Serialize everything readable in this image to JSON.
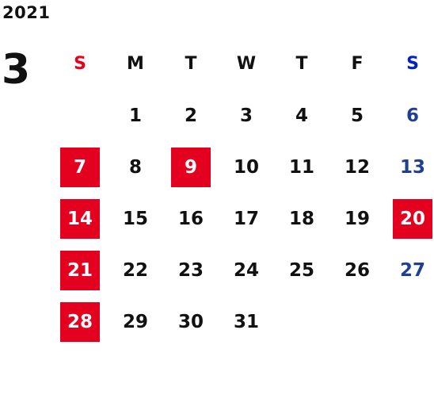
{
  "calendar": {
    "year": "2021",
    "month": "3",
    "weekdays": [
      "S",
      "M",
      "T",
      "W",
      "T",
      "F",
      "S"
    ],
    "weeks": [
      [
        "",
        "1",
        "2",
        "3",
        "4",
        "5",
        "6"
      ],
      [
        "7",
        "8",
        "9",
        "10",
        "11",
        "12",
        "13"
      ],
      [
        "14",
        "15",
        "16",
        "17",
        "18",
        "19",
        "20"
      ],
      [
        "21",
        "22",
        "23",
        "24",
        "25",
        "26",
        "27"
      ],
      [
        "28",
        "29",
        "30",
        "31",
        "",
        "",
        ""
      ]
    ],
    "highlighted_days": [
      "7",
      "9",
      "14",
      "20",
      "21",
      "28"
    ],
    "colors": {
      "sunday_header": "#e8001c",
      "saturday": "#1f3f93",
      "highlight_bg": "#e4001f",
      "highlight_text": "#ffffff",
      "text": "#111111"
    }
  }
}
